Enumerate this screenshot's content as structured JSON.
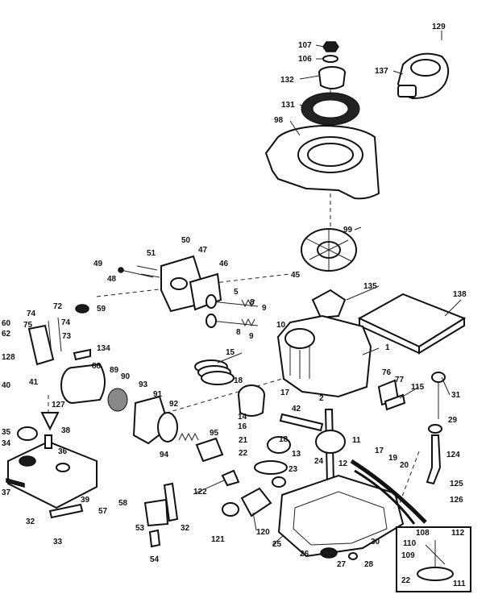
{
  "labels": {
    "p1": "1",
    "p2": "2",
    "p5": "5",
    "p8": "8",
    "p8b": "8",
    "p9": "9",
    "p9b": "9",
    "p10": "10",
    "p11": "11",
    "p12": "12",
    "p13": "13",
    "p14": "14",
    "p15": "15",
    "p16": "16",
    "p17": "17",
    "p17b": "17",
    "p18": "18",
    "p18b": "18",
    "p19": "19",
    "p20": "20",
    "p21": "21",
    "p22": "22",
    "p22b": "22",
    "p23": "23",
    "p24": "24",
    "p25": "25",
    "p26": "26",
    "p27": "27",
    "p28": "28",
    "p29": "29",
    "p30": "30",
    "p31": "31",
    "p32": "32",
    "p32b": "32",
    "p33": "33",
    "p34": "34",
    "p35": "35",
    "p36": "36",
    "p37": "37",
    "p38": "38",
    "p39": "39",
    "p40": "40",
    "p41": "41",
    "p42": "42",
    "p45": "45",
    "p46": "46",
    "p47": "47",
    "p48": "48",
    "p49": "49",
    "p50": "50",
    "p51": "51",
    "p53": "53",
    "p54": "54",
    "p57": "57",
    "p58": "58",
    "p59": "59",
    "p60": "60",
    "p62": "62",
    "p72": "72",
    "p73": "73",
    "p74": "74",
    "p74b": "74",
    "p75": "75",
    "p76": "76",
    "p77": "77",
    "p88": "88",
    "p89": "89",
    "p90": "90",
    "p91": "91",
    "p92": "92",
    "p93": "93",
    "p94": "94",
    "p95": "95",
    "p98": "98",
    "p99": "99",
    "p106": "106",
    "p107": "107",
    "p108": "108",
    "p109": "109",
    "p110": "110",
    "p111": "111",
    "p112": "112",
    "p115": "115",
    "p120": "120",
    "p121": "121",
    "p122": "122",
    "p124": "124",
    "p125": "125",
    "p126": "126",
    "p127": "127",
    "p128": "128",
    "p129": "129",
    "p131": "131",
    "p132": "132",
    "p134": "134",
    "p135": "135",
    "p137": "137",
    "p138": "138"
  }
}
